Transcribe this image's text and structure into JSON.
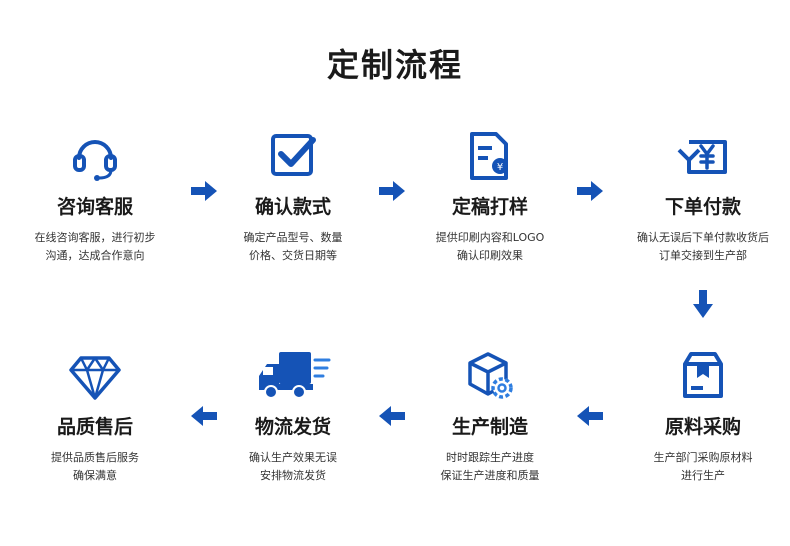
{
  "title": "定制流程",
  "colors": {
    "primary": "#1553b6",
    "accent": "#2f7ee0"
  },
  "steps": [
    {
      "name": "咨询客服",
      "desc1": "在线咨询客服，进行初步",
      "desc2": "沟通，达成合作意向",
      "icon": "headset-icon"
    },
    {
      "name": "确认款式",
      "desc1": "确定产品型号、数量",
      "desc2": "价格、交货日期等",
      "icon": "checkbox-icon"
    },
    {
      "name": "定稿打样",
      "desc1": "提供印刷内容和LOGO",
      "desc2": "确认印刷效果",
      "icon": "document-icon"
    },
    {
      "name": "下单付款",
      "desc1": "确认无误后下单付款收货后",
      "desc2": "订单交接到生产部",
      "icon": "yen-payment-icon"
    },
    {
      "name": "原料采购",
      "desc1": "生产部门采购原材料",
      "desc2": "进行生产",
      "icon": "package-icon"
    },
    {
      "name": "生产制造",
      "desc1": "时时跟踪生产进度",
      "desc2": "保证生产进度和质量",
      "icon": "box-gear-icon"
    },
    {
      "name": "物流发货",
      "desc1": "确认生产效果无误",
      "desc2": "安排物流发货",
      "icon": "delivery-truck-icon"
    },
    {
      "name": "品质售后",
      "desc1": "提供品质售后服务",
      "desc2": "确保满意",
      "icon": "diamond-icon"
    }
  ]
}
